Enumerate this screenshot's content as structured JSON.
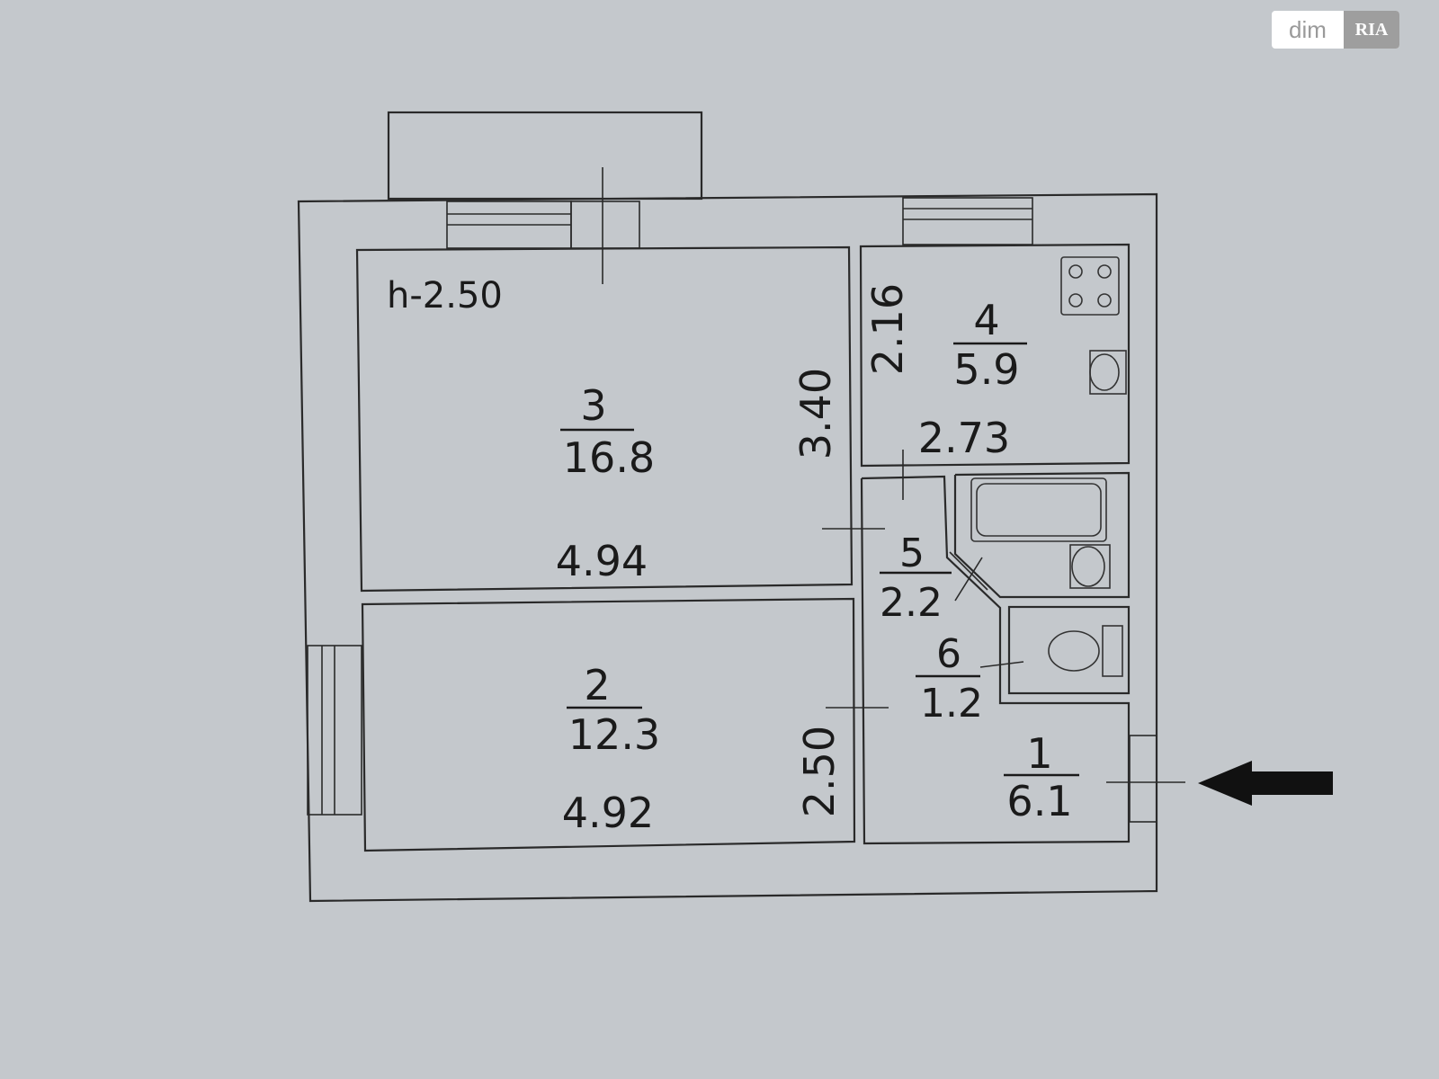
{
  "plan": {
    "ceiling_height": "h-2.50",
    "rooms": [
      {
        "number": "1",
        "area": "6.1"
      },
      {
        "number": "2",
        "area": "12.3"
      },
      {
        "number": "3",
        "area": "16.8"
      },
      {
        "number": "4",
        "area": "5.9"
      },
      {
        "number": "5",
        "area": "2.2"
      },
      {
        "number": "6",
        "area": "1.2"
      }
    ],
    "dimensions": {
      "room3_width": "4.94",
      "room3_depth": "3.40",
      "room2_width": "4.92",
      "room2_depth": "2.50",
      "room4_width": "2.73",
      "room4_depth": "2.16"
    },
    "entrance_arrow": "entrance-arrow-icon"
  },
  "watermark": {
    "text": "dim",
    "logo": "RIA"
  }
}
